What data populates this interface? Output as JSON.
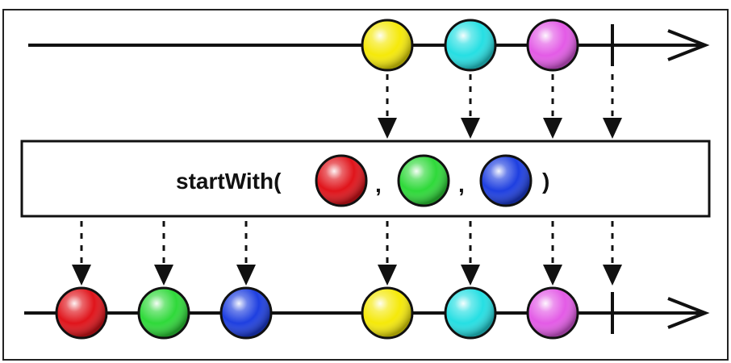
{
  "operator": {
    "name": "startWith(",
    "separator": ",",
    "close": ")",
    "arguments": [
      {
        "color": "#e0141b",
        "color_name": "red"
      },
      {
        "color": "#2fd93a",
        "color_name": "green"
      },
      {
        "color": "#1e3fe0",
        "color_name": "blue"
      }
    ]
  },
  "input_stream": {
    "items": [
      {
        "color": "#f5e90a",
        "color_name": "yellow"
      },
      {
        "color": "#26dfe3",
        "color_name": "cyan"
      },
      {
        "color": "#e35be6",
        "color_name": "magenta"
      }
    ],
    "completes": true
  },
  "output_stream": {
    "items": [
      {
        "color": "#e0141b",
        "color_name": "red"
      },
      {
        "color": "#2fd93a",
        "color_name": "green"
      },
      {
        "color": "#1e3fe0",
        "color_name": "blue"
      },
      {
        "color": "#f5e90a",
        "color_name": "yellow"
      },
      {
        "color": "#26dfe3",
        "color_name": "cyan"
      },
      {
        "color": "#e35be6",
        "color_name": "magenta"
      }
    ],
    "completes": true
  }
}
